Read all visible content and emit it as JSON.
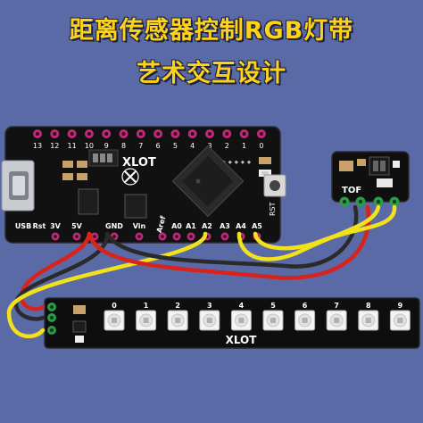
{
  "title": {
    "line1": "距离传感器控制RGB灯带",
    "line2": "艺术交互设计"
  },
  "board": {
    "brand": "XLOT",
    "top_pins": [
      "13",
      "12",
      "11",
      "10",
      "9",
      "8",
      "7",
      "6",
      "5",
      "4",
      "3",
      "2",
      "1",
      "0"
    ],
    "bottom_pins": [
      "USB",
      "Rst",
      "3V",
      "5V",
      "GND",
      "Vin",
      "Aref",
      "A0",
      "A1",
      "A2",
      "A3",
      "A4",
      "A5"
    ],
    "rst_label": "RST"
  },
  "sensor": {
    "label": "TOF"
  },
  "strip": {
    "brand": "XLOT",
    "led_labels": [
      "0",
      "1",
      "2",
      "3",
      "4",
      "5",
      "6",
      "7",
      "8",
      "9"
    ]
  },
  "colors": {
    "background": "#5a6aa6",
    "title": "#ffd21a",
    "pcb": "#111111",
    "wire_red": "#d8231c",
    "wire_black": "#2a2a2a",
    "wire_yellow": "#f2e21c",
    "pad": "#c0297a"
  }
}
